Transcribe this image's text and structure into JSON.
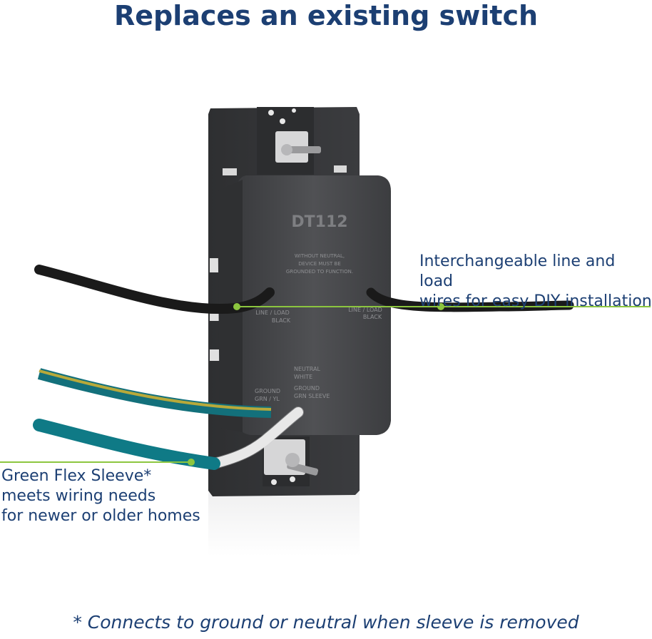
{
  "headline": "Replaces an existing switch",
  "callouts": {
    "right_line1": "Interchangeable line and load",
    "right_line2": "wires for easy DIY installation",
    "left_line1": "Green Flex Sleeve*",
    "left_line2": "meets wiring needs",
    "left_line3": "for newer or older homes"
  },
  "device": {
    "model": "DT112",
    "warning_line1": "WITHOUT NEUTRAL,",
    "warning_line2": "DEVICE MUST BE",
    "warning_line3": "GROUNDED TO FUNCTION.",
    "left_terminal_line1": "LINE / LOAD",
    "left_terminal_line2": "BLACK",
    "right_terminal_line1": "LINE / LOAD",
    "right_terminal_line2": "BLACK",
    "neutral_line1": "NEUTRAL",
    "neutral_line2": "WHITE",
    "ground_left_line1": "GROUND",
    "ground_left_line2": "GRN / YL",
    "ground_right_line1": "GROUND",
    "ground_right_line2": "GRN SLEEVE"
  },
  "footnote": "* Connects to ground or neutral when sleeve is removed",
  "colors": {
    "headline": "#1c3f73",
    "callout_line": "#8cc63f",
    "device_body": "#4a4b4e",
    "wire_black": "#1a1a1a",
    "wire_teal": "#0f7a86",
    "wire_white": "#f4f4f4"
  }
}
